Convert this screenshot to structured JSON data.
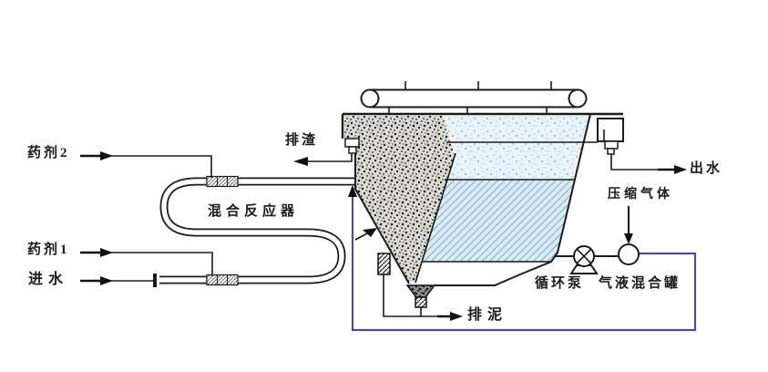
{
  "labels": {
    "chemical2": "药剂2",
    "chemical1": "药剂1",
    "inlet": "进水",
    "mixer": "混合反应器",
    "scum_discharge": "排渣",
    "outlet": "出水",
    "compressed_gas": "压缩气体",
    "circulation_pump": "循环泵",
    "gas_liquid_tank": "气液混合罐",
    "sludge_discharge": "排泥"
  },
  "colors": {
    "line": "#1a1a1a",
    "recycle_pipe": "#4d4d99",
    "scum_speckle_bg": "#dbd8d2",
    "water_speckle_bg": "#eaf3fa",
    "lamella_fill": "#d9ebf6",
    "background": "#ffffff"
  }
}
